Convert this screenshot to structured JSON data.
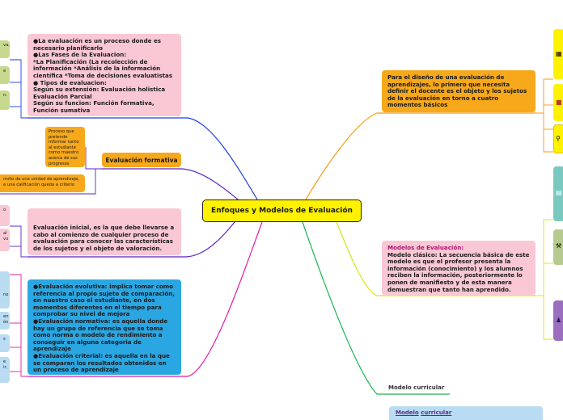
{
  "center": {
    "title": "Enfoques y Modelos de Evaluación"
  },
  "left": {
    "concepts": "●La evaluación es un proceso donde es necesario planificarlo\n●Las Fases de la Evaluacion:\n*La Planificación (La recolección de información  *Análisis de la información científica *Toma de decisiones evaluatistas\n● Tipos de evaluacion:\nSegún su extensión: Evaluación holistica Evaluación Parcial\nSegún su funcion: Función formativa, Función sumativa",
    "formativa_label": "Evaluación formativa",
    "formativa_desc": "Proceso que pretende informar tanto al estudiante como maestro acerca de sus progresos",
    "formativa_sub": "rrollo de una unidad de aprendizaje, e una calificación queda a criterio",
    "inicial": "Evaluación inicial, es la que debe llevarse a cabo al comienzo de cualquier proceso de evaluación para conocer las características de los sujetos y el objeto de valoración.",
    "tipos": "●Evaluación evolutiva: implica tomar como referencia al propio sujeto de comparación, en nuestro caso el estudiante, en dos momentos diferentes en el tiempo para comprobar su nivel de mejora\n●Evaluación normativa: es aquella donde hay un grupo de referencia que se toma como norma o modelo de rendimiento a conseguir en alguna categoria de aprendizaje\n●Evaluación criterial: es aquella en la que se comparan los resultados obtenidos en un proceso de aprendizaje",
    "clip_green_1": "va,",
    "clip_green_2": "e",
    "clip_green_3": "n.",
    "clip_pink_1": "o",
    "clip_pink_2": "al\nvo",
    "clip_blue_1": "no",
    "clip_blue_2": "en\nón",
    "clip_blue_3": "s",
    "clip_blue_4": "e\nir,"
  },
  "right": {
    "diseno": "Para el diseño de una evaluación de aprendizajes, lo primero que necesita definir el docente es el objeto y los sujetos de la evaluación en torno a cuatro momentos básicos",
    "modelos_title": "Modelos de Evaluación:",
    "modelos_body": "Modelo clásico: La secuencia básica de este modelo es que el profesor presenta la información (conocimiento) y los alumnos reciben la información, posteriormente lo ponen de manifiesto y de esta manera demuestran que tanto han aprendido.",
    "curricular_label": "Modelo curricular",
    "curricular_box_a": "Modelo",
    "curricular_box_b": "curricular"
  },
  "icons": [
    "building-icon",
    "calendar-icon",
    "magnifier-icon",
    "document-icon",
    "tools-icon",
    "people-icon"
  ],
  "colors": {
    "center": "#fff200",
    "pink": "#f9c8d4",
    "orange": "#f7a81b",
    "blue": "#2aa7e3",
    "green": "#c6d98f",
    "line_blue": "#1f3de0",
    "line_purple": "#5b23c8",
    "line_magenta": "#e11aa8",
    "line_orange": "#f59a12",
    "line_yellow": "#d7e516",
    "line_green": "#19b54a"
  }
}
